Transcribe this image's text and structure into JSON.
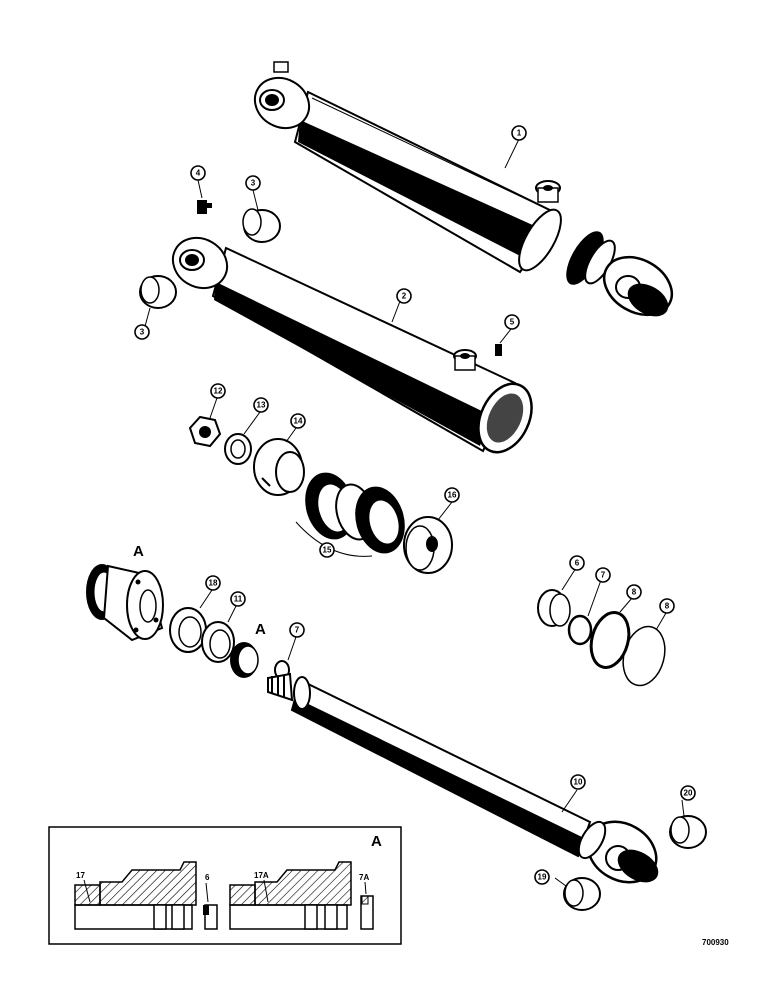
{
  "assembly_letter": "A",
  "drawing_number": "700930",
  "callouts": [
    {
      "id": "c1",
      "label": "1"
    },
    {
      "id": "c2",
      "label": "2"
    },
    {
      "id": "c3a",
      "label": "3"
    },
    {
      "id": "c3b",
      "label": "3"
    },
    {
      "id": "c4",
      "label": "4"
    },
    {
      "id": "c5",
      "label": "5"
    },
    {
      "id": "c6",
      "label": "6"
    },
    {
      "id": "c7a",
      "label": "7"
    },
    {
      "id": "c7b",
      "label": "7"
    },
    {
      "id": "c8a",
      "label": "8"
    },
    {
      "id": "c8b",
      "label": "8"
    },
    {
      "id": "c10",
      "label": "10"
    },
    {
      "id": "c11",
      "label": "11"
    },
    {
      "id": "c12",
      "label": "12"
    },
    {
      "id": "c13",
      "label": "13"
    },
    {
      "id": "c14",
      "label": "14"
    },
    {
      "id": "c15",
      "label": "15"
    },
    {
      "id": "c16",
      "label": "16"
    },
    {
      "id": "c18",
      "label": "18"
    },
    {
      "id": "c19",
      "label": "19"
    },
    {
      "id": "c20",
      "label": "20"
    }
  ],
  "inset": {
    "letter": "A",
    "labels": {
      "l17": "17",
      "l6": "6",
      "l17a": "17A",
      "l7a": "7A"
    }
  }
}
